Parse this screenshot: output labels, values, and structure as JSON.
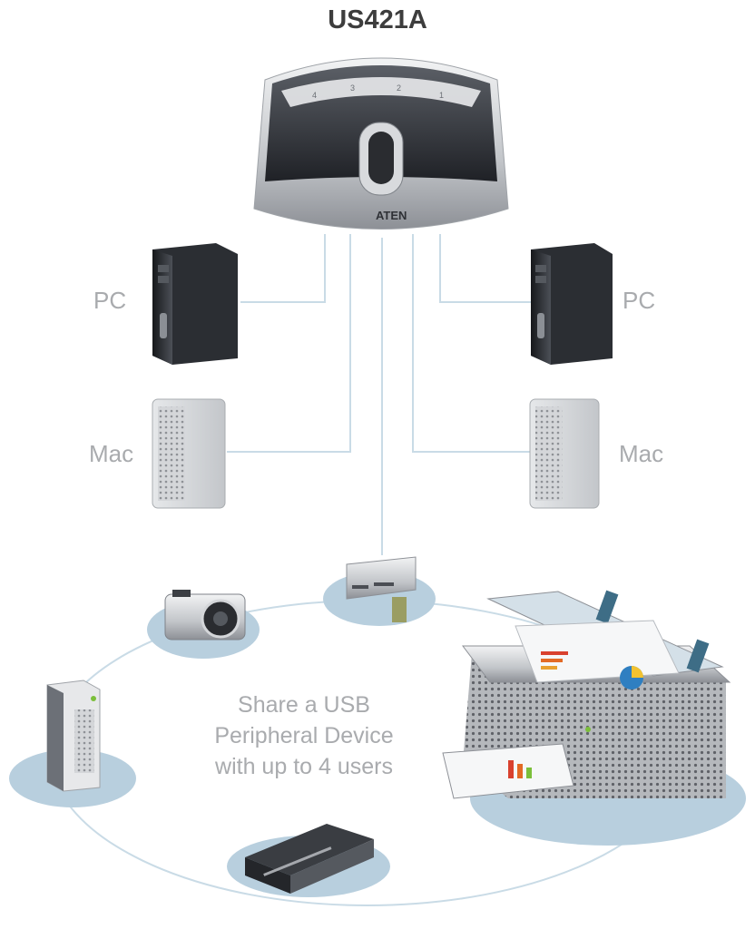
{
  "title": "US421A",
  "switch": {
    "port_buttons": [
      "4",
      "3",
      "2",
      "1"
    ],
    "brand_logo": "ATEN"
  },
  "computers": {
    "pc_left": "PC",
    "pc_right": "PC",
    "mac_left": "Mac",
    "mac_right": "Mac"
  },
  "caption": {
    "line1": "Share a USB",
    "line2": "Peripheral Device",
    "line3": "with up to 4 users"
  },
  "devices": [
    "card-reader-icon",
    "camera-icon",
    "external-drive-icon",
    "scanner-icon",
    "printer-icon"
  ],
  "colors": {
    "accent_shadow": "#b8cfde",
    "cable": "#c9dbe6",
    "label": "#a9abae",
    "title": "#3d3d3d"
  }
}
